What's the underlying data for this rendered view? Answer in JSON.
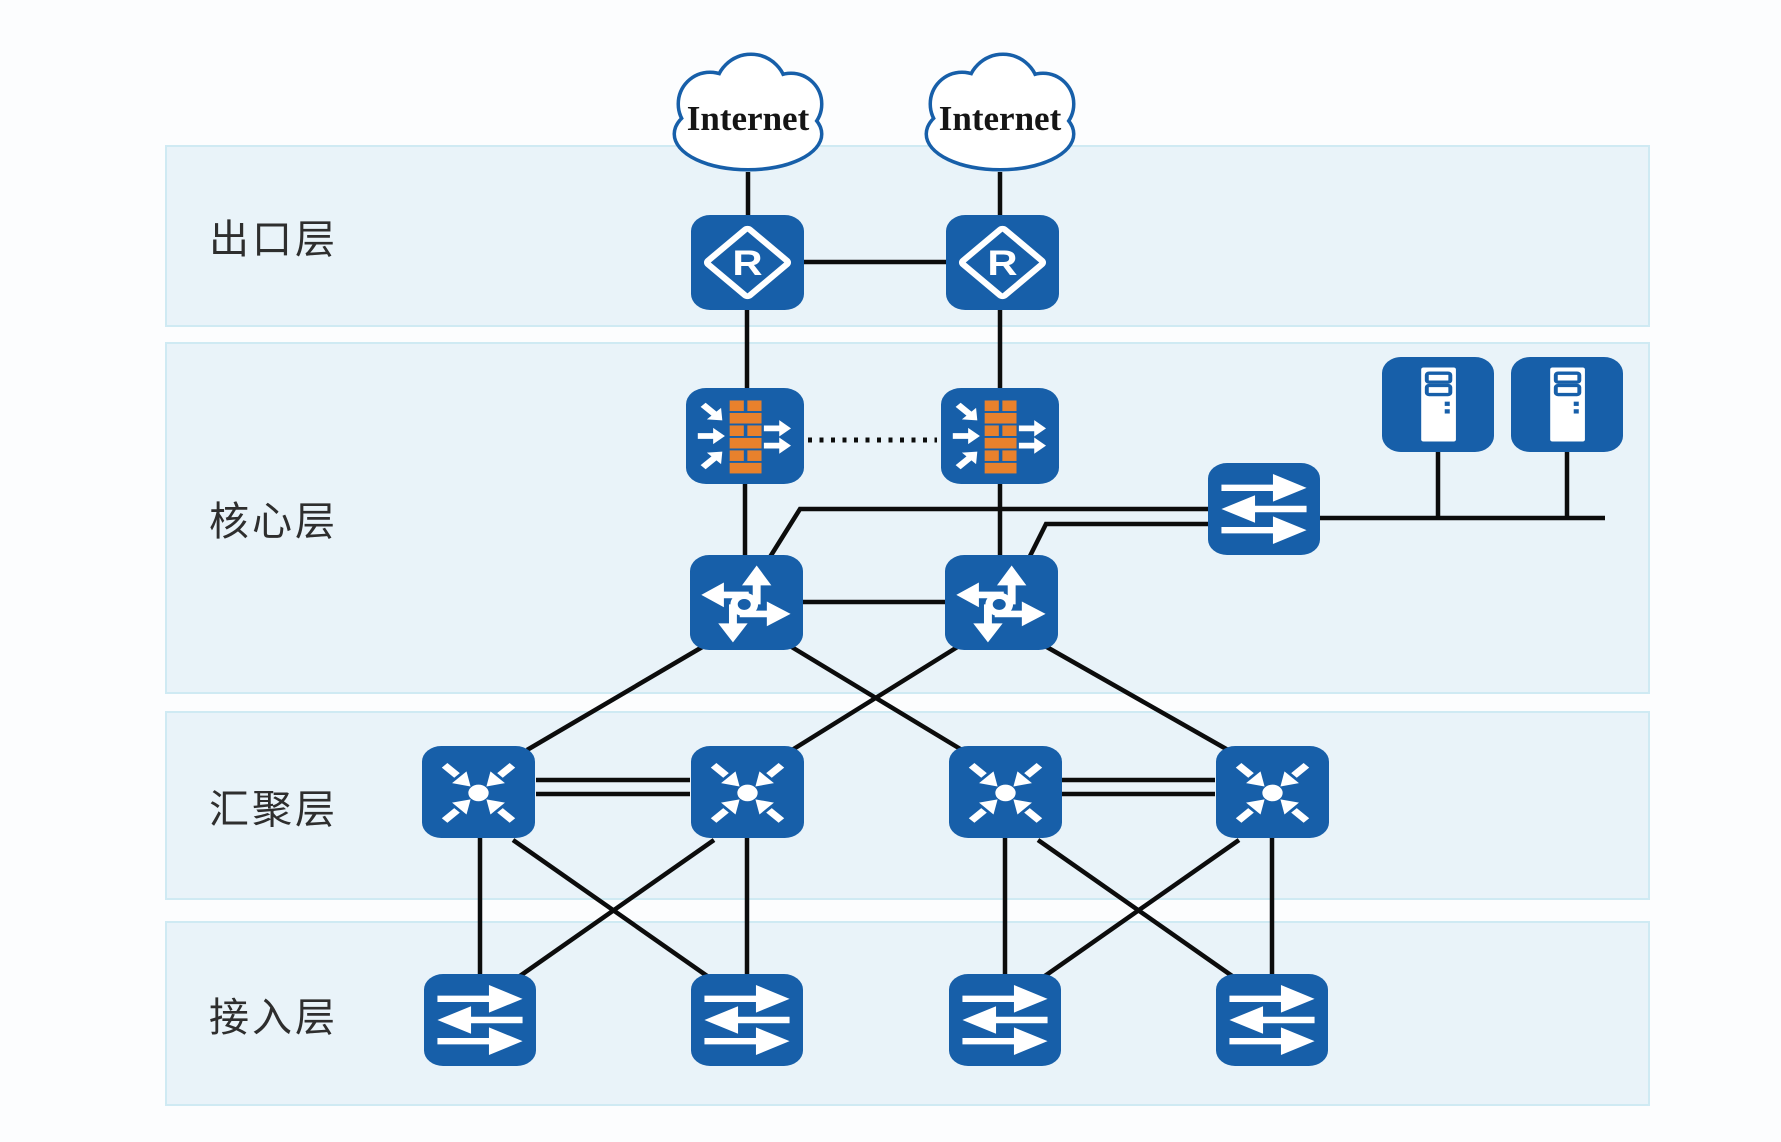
{
  "colors": {
    "node_blue": "#175fa9",
    "brick_orange": "#e8812c",
    "band_fill": "#e9f3f9",
    "band_border": "#cfeaf3",
    "line": "#0c0c0c",
    "cloud_text": "#151515",
    "label_color": "#2e2e2e"
  },
  "layers": [
    {
      "id": "exit",
      "label": "出口层"
    },
    {
      "id": "core",
      "label": "核心层"
    },
    {
      "id": "aggregation",
      "label": "汇聚层"
    },
    {
      "id": "access",
      "label": "接入层"
    }
  ],
  "clouds": [
    {
      "label": "Internet"
    },
    {
      "label": "Internet"
    }
  ],
  "nodes": [
    {
      "id": "internet-1",
      "type": "internet-cloud",
      "layer": "above-exit"
    },
    {
      "id": "internet-2",
      "type": "internet-cloud",
      "layer": "above-exit"
    },
    {
      "id": "router-1",
      "type": "router",
      "layer": "exit"
    },
    {
      "id": "router-2",
      "type": "router",
      "layer": "exit"
    },
    {
      "id": "firewall-1",
      "type": "firewall",
      "layer": "core"
    },
    {
      "id": "firewall-2",
      "type": "firewall",
      "layer": "core"
    },
    {
      "id": "core-switch-1",
      "type": "l3-switch",
      "layer": "core"
    },
    {
      "id": "core-switch-2",
      "type": "l3-switch",
      "layer": "core"
    },
    {
      "id": "server-switch",
      "type": "l2-switch",
      "layer": "core"
    },
    {
      "id": "server-1",
      "type": "server",
      "layer": "core"
    },
    {
      "id": "server-2",
      "type": "server",
      "layer": "core"
    },
    {
      "id": "agg-switch-1",
      "type": "aggregation-switch",
      "layer": "aggregation"
    },
    {
      "id": "agg-switch-2",
      "type": "aggregation-switch",
      "layer": "aggregation"
    },
    {
      "id": "agg-switch-3",
      "type": "aggregation-switch",
      "layer": "aggregation"
    },
    {
      "id": "agg-switch-4",
      "type": "aggregation-switch",
      "layer": "aggregation"
    },
    {
      "id": "access-switch-1",
      "type": "l2-switch",
      "layer": "access"
    },
    {
      "id": "access-switch-2",
      "type": "l2-switch",
      "layer": "access"
    },
    {
      "id": "access-switch-3",
      "type": "l2-switch",
      "layer": "access"
    },
    {
      "id": "access-switch-4",
      "type": "l2-switch",
      "layer": "access"
    }
  ],
  "edges": [
    {
      "from": "internet-1",
      "to": "router-1",
      "style": "solid"
    },
    {
      "from": "internet-2",
      "to": "router-2",
      "style": "solid"
    },
    {
      "from": "router-1",
      "to": "router-2",
      "style": "solid"
    },
    {
      "from": "router-1",
      "to": "firewall-1",
      "style": "solid"
    },
    {
      "from": "router-2",
      "to": "firewall-2",
      "style": "solid"
    },
    {
      "from": "firewall-1",
      "to": "firewall-2",
      "style": "dotted"
    },
    {
      "from": "firewall-1",
      "to": "core-switch-1",
      "style": "solid"
    },
    {
      "from": "firewall-2",
      "to": "core-switch-2",
      "style": "solid"
    },
    {
      "from": "core-switch-1",
      "to": "core-switch-2",
      "style": "solid"
    },
    {
      "from": "core-switch-1",
      "to": "server-switch",
      "style": "solid"
    },
    {
      "from": "core-switch-2",
      "to": "server-switch",
      "style": "solid"
    },
    {
      "from": "server-switch",
      "to": "server-bus",
      "style": "solid"
    },
    {
      "from": "server-1",
      "to": "server-bus",
      "style": "solid"
    },
    {
      "from": "server-2",
      "to": "server-bus",
      "style": "solid"
    },
    {
      "from": "core-switch-1",
      "to": "agg-switch-1",
      "style": "solid"
    },
    {
      "from": "core-switch-1",
      "to": "agg-switch-3",
      "style": "solid"
    },
    {
      "from": "core-switch-2",
      "to": "agg-switch-2",
      "style": "solid"
    },
    {
      "from": "core-switch-2",
      "to": "agg-switch-4",
      "style": "solid"
    },
    {
      "from": "agg-switch-1",
      "to": "agg-switch-2",
      "style": "double"
    },
    {
      "from": "agg-switch-3",
      "to": "agg-switch-4",
      "style": "double"
    },
    {
      "from": "agg-switch-1",
      "to": "access-switch-1",
      "style": "solid"
    },
    {
      "from": "agg-switch-1",
      "to": "access-switch-2",
      "style": "solid"
    },
    {
      "from": "agg-switch-2",
      "to": "access-switch-1",
      "style": "solid"
    },
    {
      "from": "agg-switch-2",
      "to": "access-switch-2",
      "style": "solid"
    },
    {
      "from": "agg-switch-3",
      "to": "access-switch-3",
      "style": "solid"
    },
    {
      "from": "agg-switch-3",
      "to": "access-switch-4",
      "style": "solid"
    },
    {
      "from": "agg-switch-4",
      "to": "access-switch-3",
      "style": "solid"
    },
    {
      "from": "agg-switch-4",
      "to": "access-switch-4",
      "style": "solid"
    }
  ]
}
